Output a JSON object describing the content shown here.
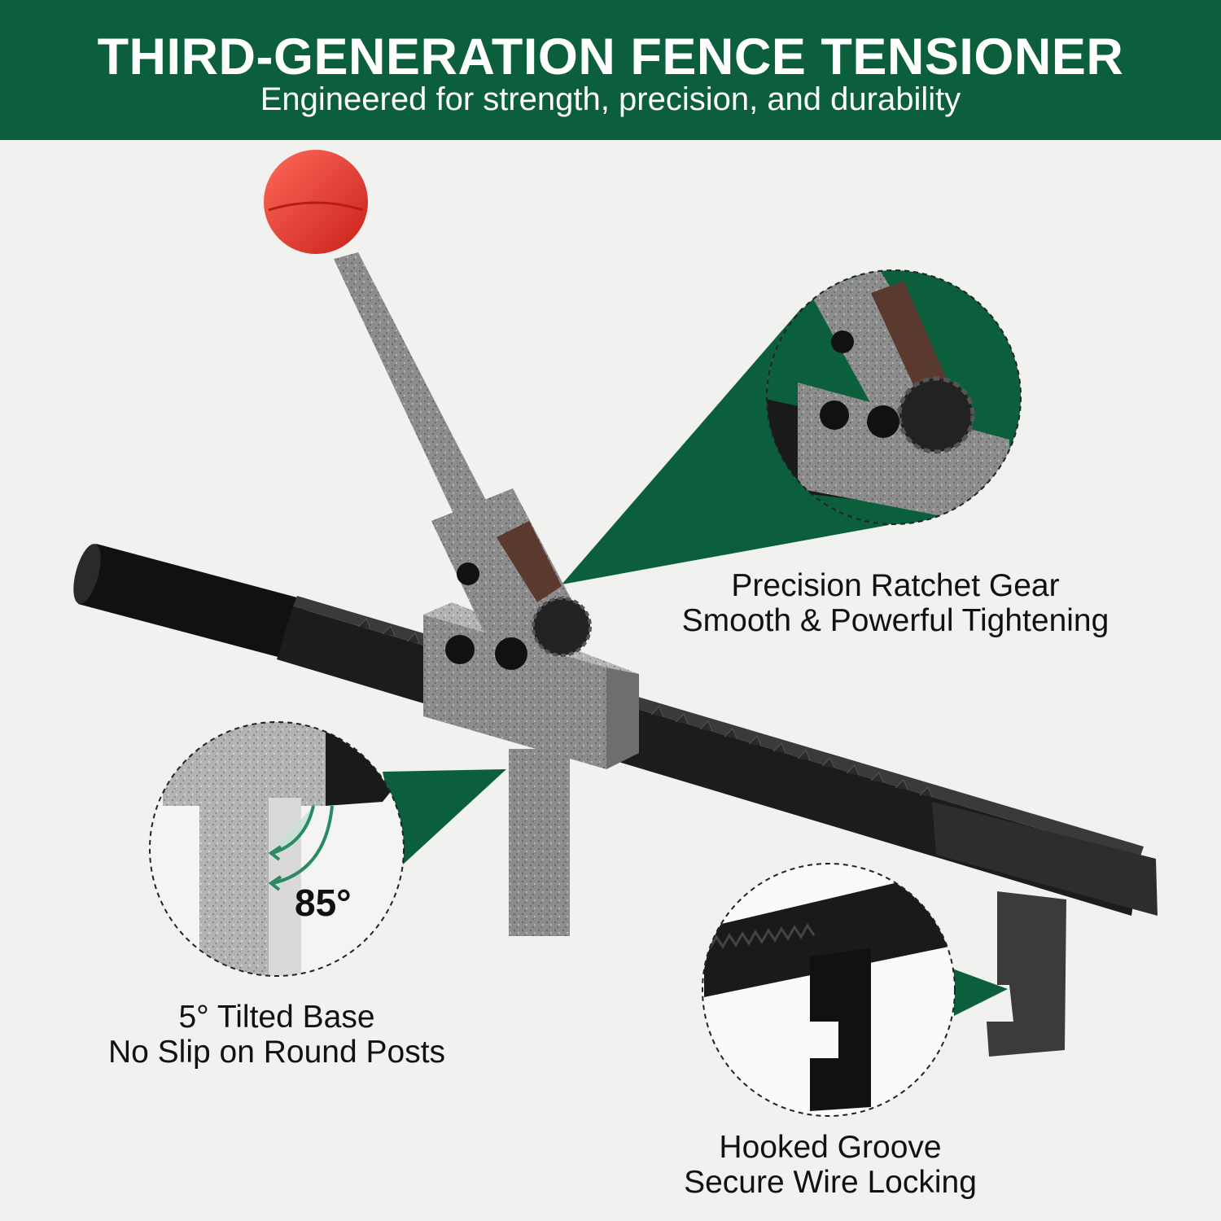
{
  "header": {
    "title": "THIRD-GENERATION FENCE TENSIONER",
    "subtitle": "Engineered for strength, precision, and durability"
  },
  "features": {
    "ratchet": {
      "line1": "Precision Ratchet Gear",
      "line2": "Smooth & Powerful Tightening"
    },
    "base": {
      "line1": "5° Tilted Base",
      "line2": "No Slip on Round Posts",
      "angle": "85°"
    },
    "hook": {
      "line1": "Hooked Groove",
      "line2": "Secure Wire Locking"
    }
  },
  "colors": {
    "brand_green": "#0b5f3c",
    "knob_red": "#e8372e",
    "steel_gray": "#8a8a8a",
    "rack_black": "#1a1a1a"
  }
}
